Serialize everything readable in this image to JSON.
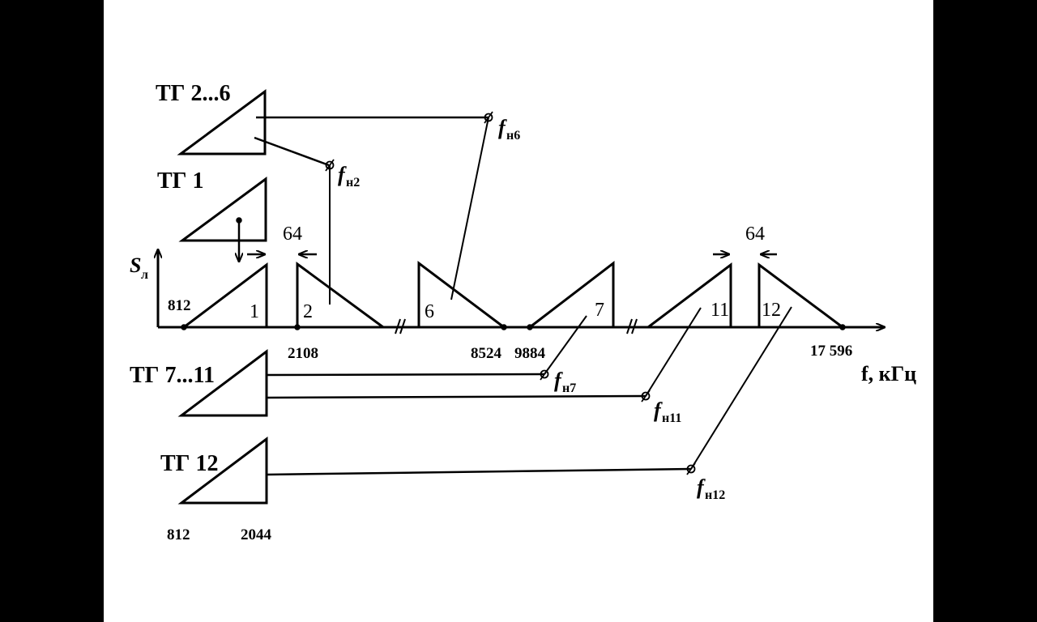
{
  "groups": {
    "tg_2_6": "ТГ 2...6",
    "tg_1": "ТГ 1",
    "tg_7_11": "ТГ 7...11",
    "tg_12": "ТГ 12"
  },
  "axis": {
    "y_label": "S",
    "y_label_sub": "л",
    "x_label": "f, кГц"
  },
  "gap_labels": [
    "64",
    "64"
  ],
  "band_numbers": [
    "1",
    "2",
    "6",
    "7",
    "11",
    "12"
  ],
  "frequencies": {
    "f812": "812",
    "f2108": "2108",
    "f8524": "8524",
    "f9884": "9884",
    "f17596": "17 596",
    "tg12_low": "812",
    "tg12_high": "2044"
  },
  "carriers": {
    "fn6": {
      "main": "f",
      "sub": "н6"
    },
    "fn2": {
      "main": "f",
      "sub": "н2"
    },
    "fn7": {
      "main": "f",
      "sub": "н7"
    },
    "fn11": {
      "main": "f",
      "sub": "н11"
    },
    "fn12": {
      "main": "f",
      "sub": "н12"
    }
  }
}
